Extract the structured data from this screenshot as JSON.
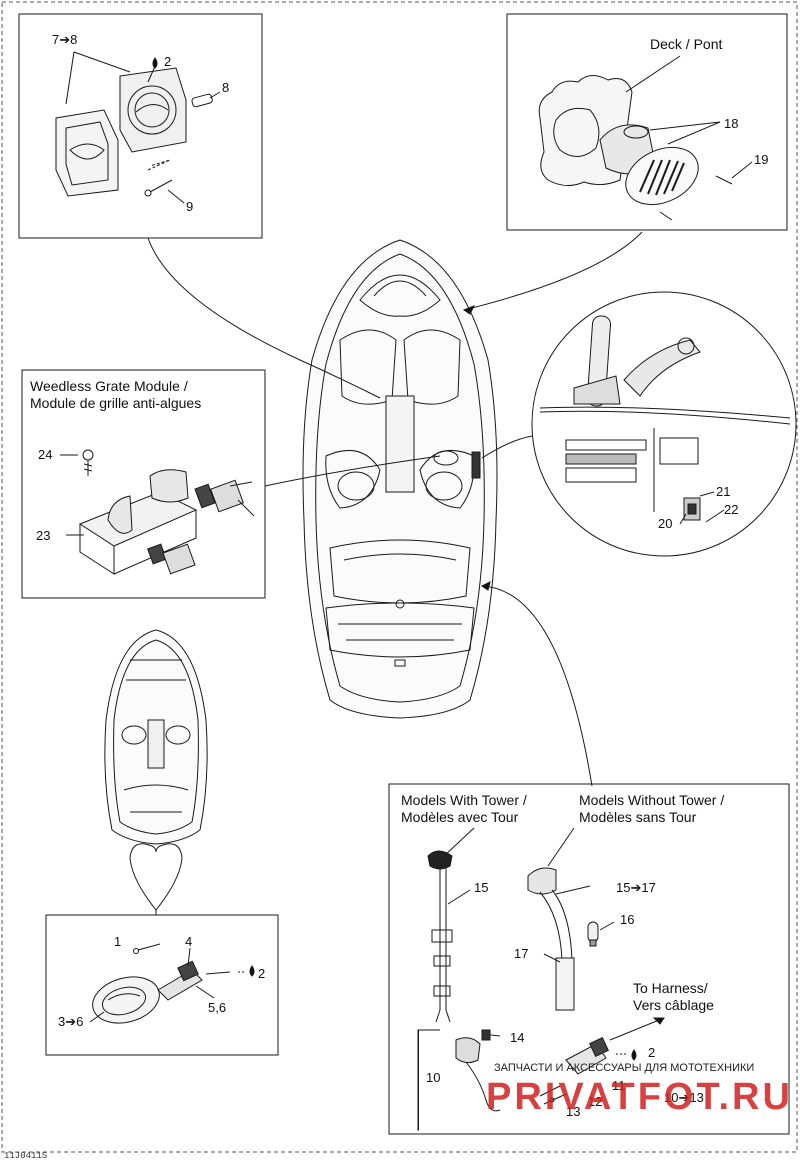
{
  "callouts": {
    "c7to8": "7➔8",
    "c2a": "2",
    "c8": "8",
    "c9": "9",
    "c18": "18",
    "c19": "19",
    "c24": "24",
    "c23": "23",
    "c21": "21",
    "c22": "22",
    "c20": "20",
    "c1": "1",
    "c4": "4",
    "c2b": "2",
    "c56": "5,6",
    "c3to6": "3➔6",
    "c15": "15",
    "c15to17": "15➔17",
    "c16": "16",
    "c17": "17",
    "c14": "14",
    "c2c": "2",
    "c10": "10",
    "c11": "11",
    "c12": "12",
    "c13": "13",
    "c10to13": "10➔13"
  },
  "titles": {
    "deck": "Deck / Pont",
    "weedless_en": "Weedless Grate Module /",
    "weedless_fr": "Module de grille anti-algues",
    "with_tower_en": "Models With Tower /",
    "with_tower_fr": "Modèles avec Tour",
    "without_tower_en": "Models Without Tower /",
    "without_tower_fr": "Modèles sans Tour",
    "harness_en": "To Harness/",
    "harness_fr": "Vers câblage"
  },
  "figure_code": "11J0411S",
  "watermark": {
    "top": "ЗАПЧАСТИ И АКСЕССУАРЫ ДЛЯ МОТОТЕХНИКИ",
    "bottom": "PRIVATFOT.RU"
  },
  "colors": {
    "line": "#1a1a1a",
    "watermark": "#d32020"
  }
}
